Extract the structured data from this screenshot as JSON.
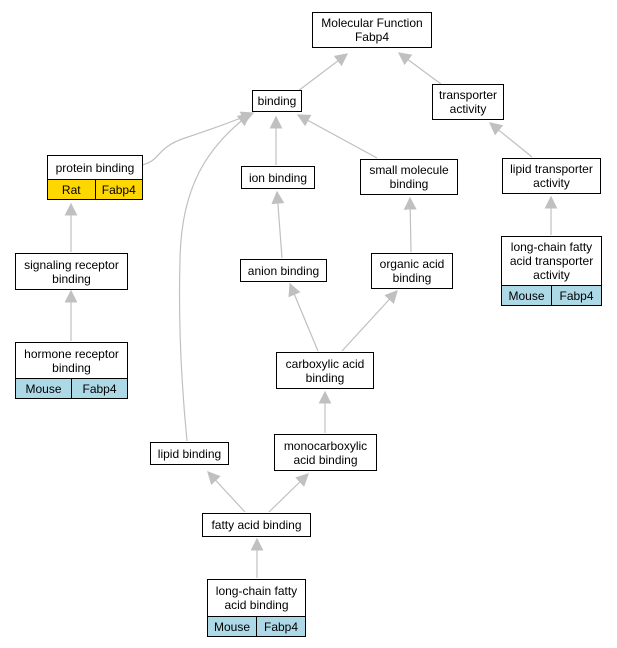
{
  "colors": {
    "edge": "#c0c0c0",
    "rat": "#ffd700",
    "mouse": "#add8e6"
  },
  "nodes": {
    "molecular_function": {
      "label": "Molecular Function\nFabp4"
    },
    "binding": {
      "label": "binding"
    },
    "transporter_activity": {
      "label": "transporter\nactivity"
    },
    "protein_binding": {
      "label": "protein binding",
      "species": "Rat",
      "gene": "Fabp4"
    },
    "ion_binding": {
      "label": "ion binding"
    },
    "small_molecule_binding": {
      "label": "small molecule\nbinding"
    },
    "lipid_transporter_activity": {
      "label": "lipid transporter\nactivity"
    },
    "signaling_receptor_binding": {
      "label": "signaling receptor\nbinding"
    },
    "anion_binding": {
      "label": "anion binding"
    },
    "organic_acid_binding": {
      "label": "organic acid\nbinding"
    },
    "lcfa_transporter_activity": {
      "label": "long-chain fatty\nacid transporter\nactivity",
      "species": "Mouse",
      "gene": "Fabp4"
    },
    "hormone_receptor_binding": {
      "label": "hormone receptor\nbinding",
      "species": "Mouse",
      "gene": "Fabp4"
    },
    "carboxylic_acid_binding": {
      "label": "carboxylic acid\nbinding"
    },
    "lipid_binding": {
      "label": "lipid binding"
    },
    "monocarboxylic_acid_binding": {
      "label": "monocarboxylic\nacid binding"
    },
    "fatty_acid_binding": {
      "label": "fatty acid binding"
    },
    "lcfa_binding": {
      "label": "long-chain fatty\nacid binding",
      "species": "Mouse",
      "gene": "Fabp4"
    }
  }
}
